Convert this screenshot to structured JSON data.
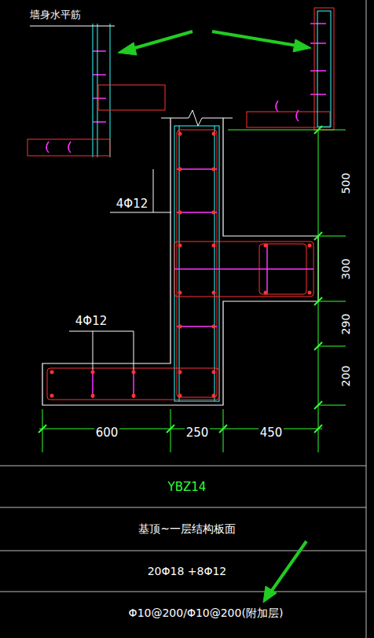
{
  "diagram": {
    "labels": [
      "墙身水平筋",
      "4Φ12",
      "4Φ12",
      "500",
      "300",
      "290",
      "200",
      "600",
      "250",
      "450",
      "YBZ14",
      "基顶~一层结构板面",
      "20Φ18 +8Φ12",
      "Φ10@200/Φ10@200(附加层)"
    ]
  }
}
